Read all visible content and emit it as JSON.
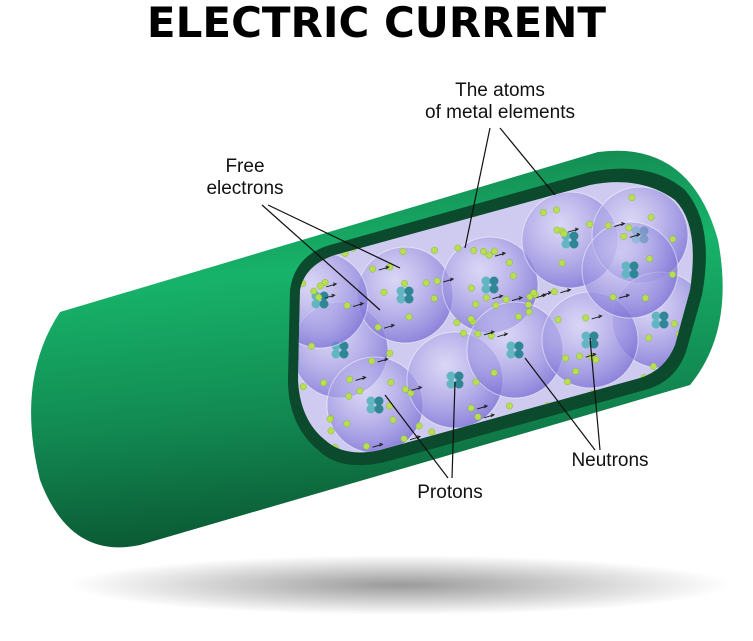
{
  "title": "ELECTRIC CURRENT",
  "labels": {
    "atoms_line1": "The atoms",
    "atoms_line2": "of metal elements",
    "free_line1": "Free",
    "free_line2": "electrons",
    "protons": "Protons",
    "neutrons": "Neutrons"
  },
  "colors": {
    "wire": "#159a5c",
    "wire_dark": "#0d5f38",
    "interior": "#c9c3ee",
    "atom": "#8f86dd",
    "electron": "#b6e052",
    "nucleus": "#3f9aa8"
  }
}
